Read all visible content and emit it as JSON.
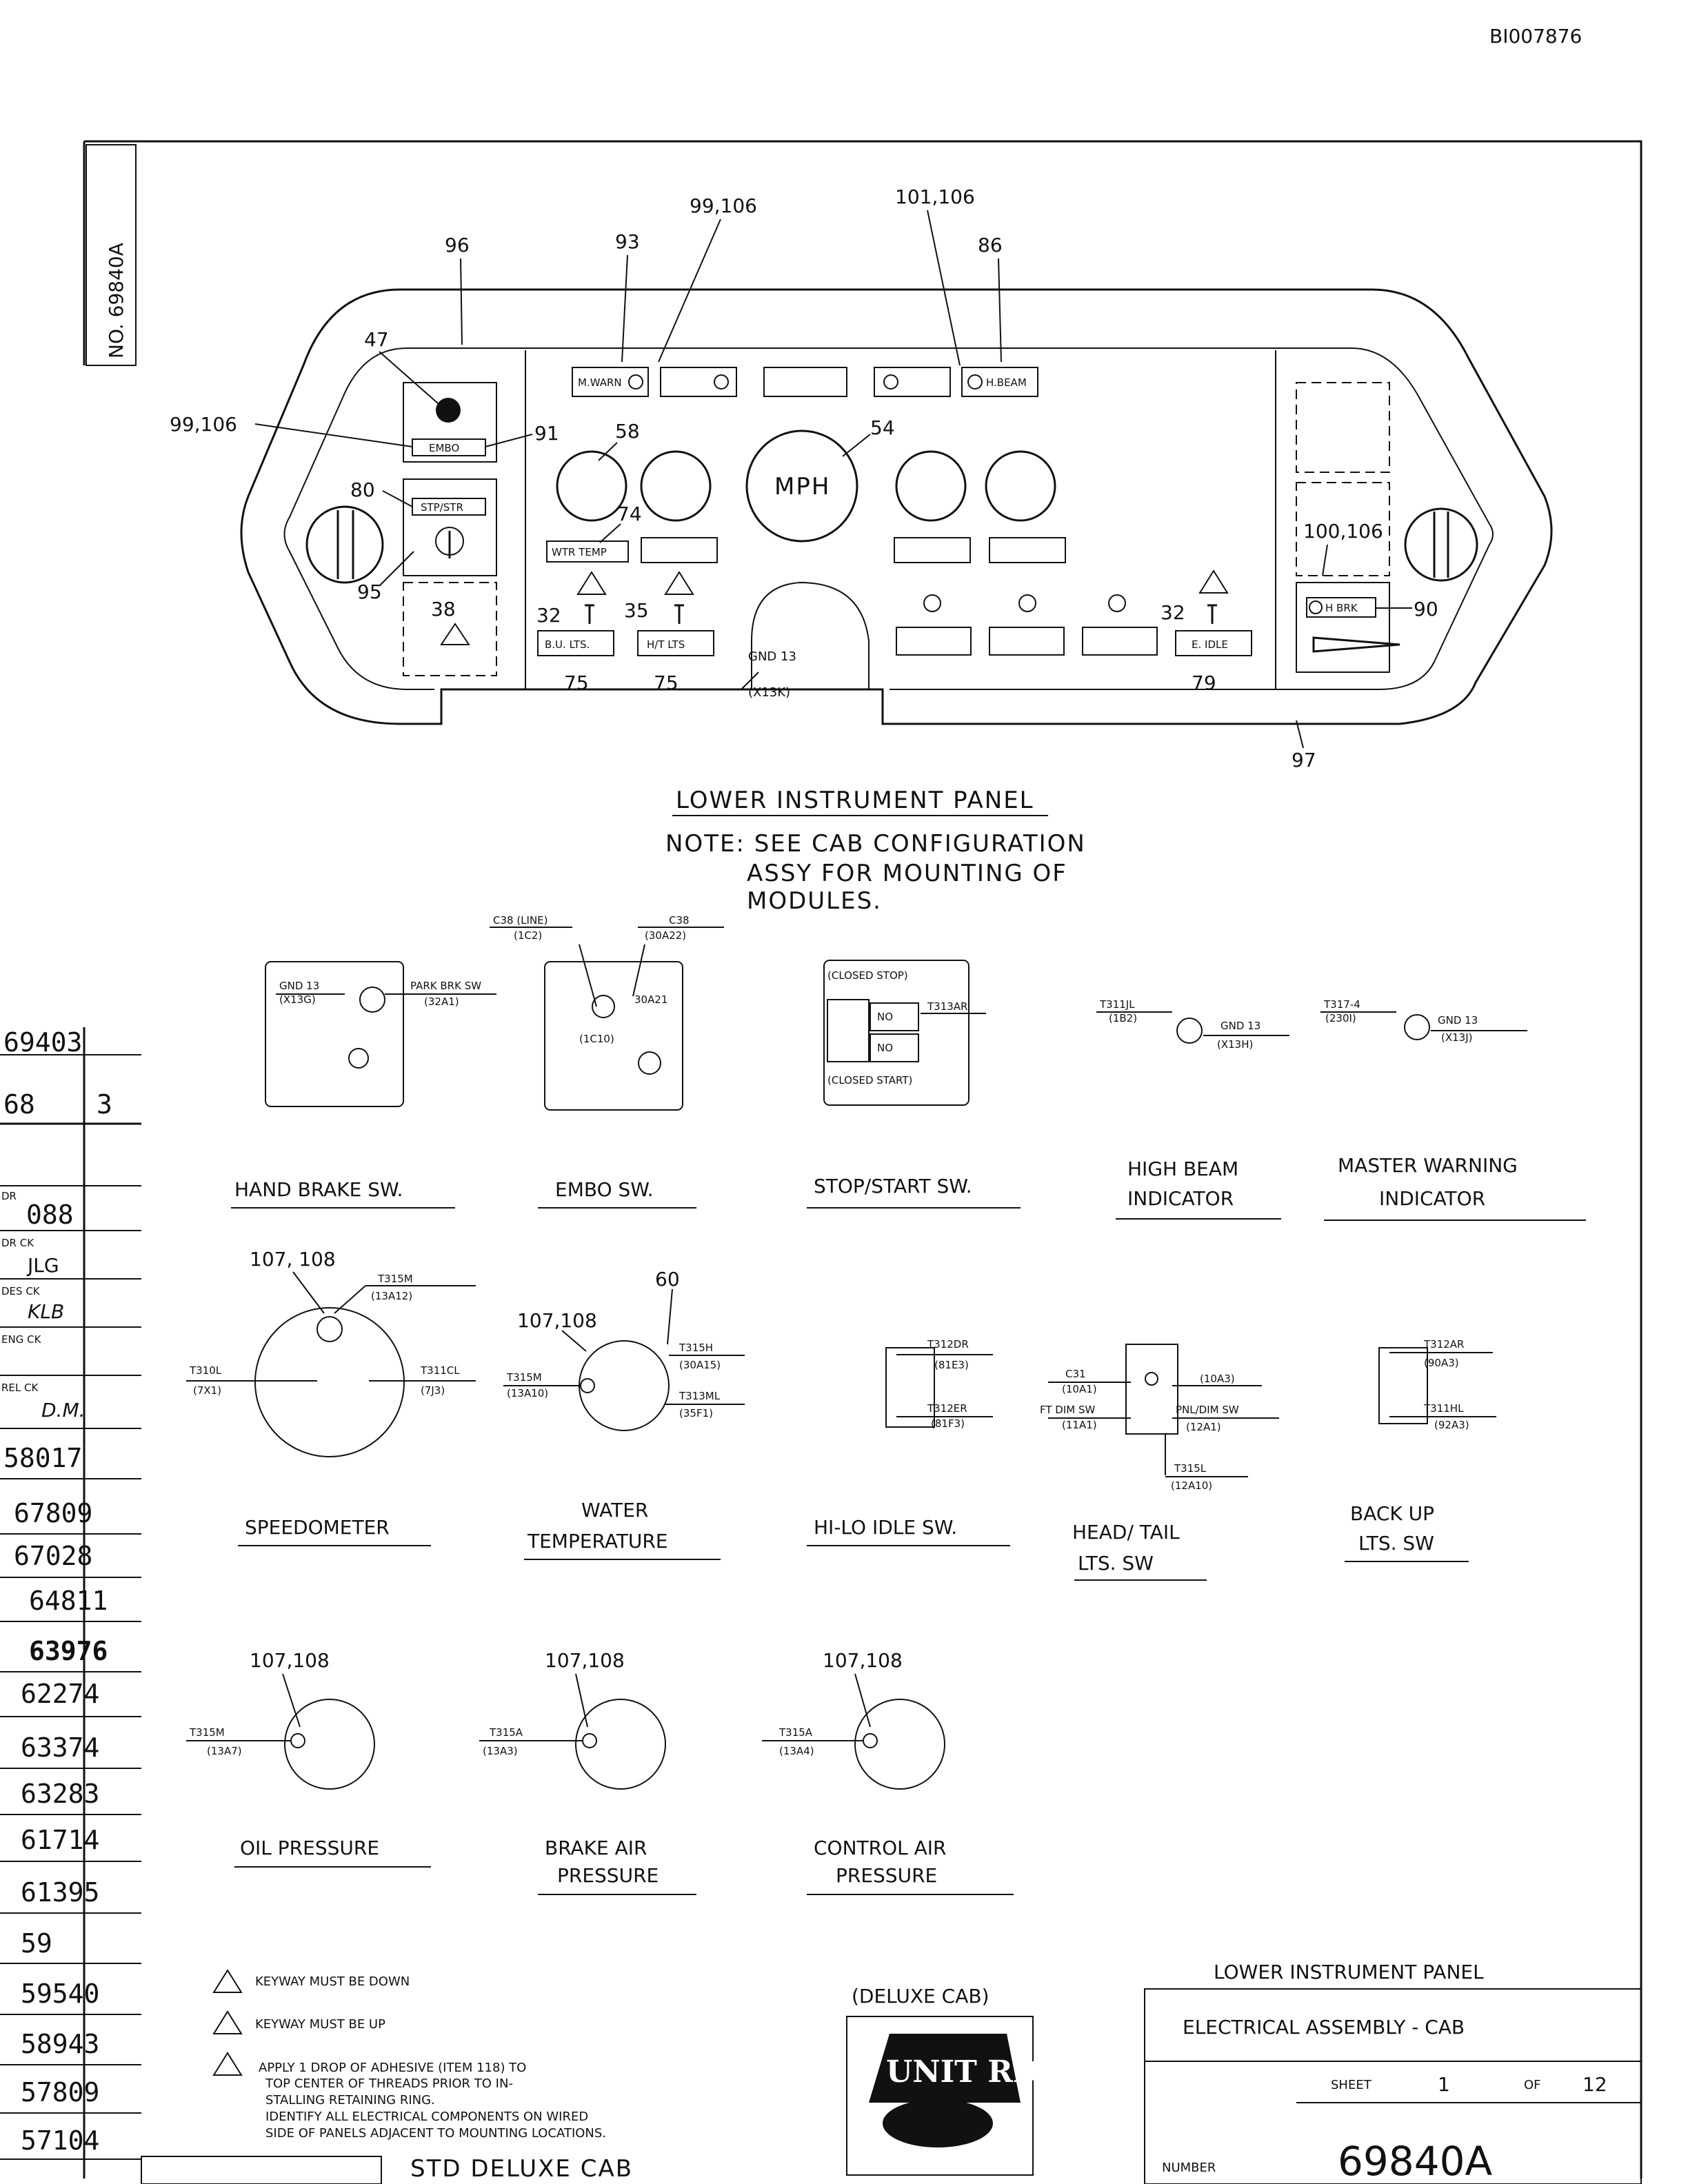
{
  "doc_id": "BI007876",
  "side_number": "NO. 69840A",
  "panel": {
    "callouts": {
      "c96": "96",
      "c93": "93",
      "c99_106": "99,106",
      "c101_106": "101,106",
      "c86": "86",
      "c47": "47",
      "c99_106b": "99,106",
      "c91": "91",
      "c58": "58",
      "c54": "54",
      "c80": "80",
      "c74": "74",
      "c95": "95",
      "c38": "38",
      "c32a": "32",
      "c35": "35",
      "c75a": "75",
      "c75b": "75",
      "c32b": "32",
      "c79": "79",
      "c100_106": "100,106",
      "c90": "90",
      "c97": "97"
    },
    "switch_labels": {
      "mwarn": "M.WARN",
      "hbeam": "H.BEAM",
      "embo": "EMBO",
      "stpstr": "STP/STR",
      "wtrtemp": "WTR TEMP",
      "bults": "B.U. LTS.",
      "htlts": "H/T LTS",
      "eidle": "E. IDLE",
      "hbrk": "H BRK"
    },
    "mph": "MPH",
    "gnd_label": "GND 13",
    "gnd_ref": "(X13K)",
    "title": "LOWER INSTRUMENT PANEL",
    "note_lines": [
      "NOTE: SEE CAB CONFIGURATION",
      "ASSY FOR MOUNTING OF",
      "MODULES."
    ]
  },
  "schematics": {
    "hand_brake": {
      "label": "HAND BRAKE SW.",
      "w1": "GND 13",
      "w1b": "(X13G)",
      "w2": "PARK BRK SW",
      "w2b": "(32A1)"
    },
    "embo": {
      "label": "EMBO SW.",
      "w1": "C38 (LINE)",
      "w1b": "(1C2)",
      "w2": "C38",
      "w2b": "(30A22)",
      "w3": "30A21",
      "w4": "(1C10)"
    },
    "stop_start": {
      "label": "STOP/START SW.",
      "top": "(CLOSED STOP)",
      "bottom": "(CLOSED START)",
      "w1": "T313AR",
      "w2": "NO",
      "w3": "NO"
    },
    "high_beam": {
      "label1": "HIGH BEAM",
      "label2": "INDICATOR",
      "w1": "T311JL",
      "w1b": "(1B2)",
      "w2": "GND 13",
      "w2b": "(X13H)"
    },
    "master_warning": {
      "label1": "MASTER WARNING",
      "label2": "INDICATOR",
      "w1": "T317-4",
      "w1b": "(230I)",
      "w2": "GND 13",
      "w2b": "(X13J)"
    },
    "speedometer": {
      "label": "SPEEDOMETER",
      "ref": "107, 108",
      "w1": "T315M",
      "w1b": "(13A12)",
      "w2": "T310L",
      "w2b": "(7X1)",
      "w3": "T311CL",
      "w3b": "(7J3)"
    },
    "water_temp": {
      "label1": "WATER",
      "label2": "TEMPERATURE",
      "ref": "107,108",
      "ref2": "60",
      "w1": "T315M",
      "w1b": "(13A10)",
      "w2": "T315H",
      "w2b": "(30A15)",
      "w3": "T313ML",
      "w3b": "(35F1)"
    },
    "hi_lo_idle": {
      "label": "HI-LO IDLE SW.",
      "w1": "T312DR",
      "w1b": "(81E3)",
      "w2": "T312ER",
      "w2b": "(81F3)"
    },
    "head_tail": {
      "label1": "HEAD/ TAIL",
      "label2": "LTS. SW",
      "w1": "C31",
      "w1b": "(10A1)",
      "w2": "FT DIM SW",
      "w2b": "(11A1)",
      "w3": "(10A3)",
      "w4": "PNL/DIM SW",
      "w4b": "(12A1)",
      "w5": "T315L",
      "w5b": "(12A10)"
    },
    "back_up": {
      "label1": "BACK UP",
      "label2": "LTS. SW",
      "w1": "T312AR",
      "w1b": "(90A3)",
      "w2": "T311HL",
      "w2b": "(92A3)"
    },
    "oil": {
      "label": "OIL PRESSURE",
      "ref": "107,108",
      "w1": "T315M",
      "w1b": "(13A7)"
    },
    "brake_air": {
      "label1": "BRAKE AIR",
      "label2": "PRESSURE",
      "ref": "107,108",
      "w1": "T315A",
      "w1b": "(13A3)"
    },
    "control_air": {
      "label1": "CONTROL AIR",
      "label2": "PRESSURE",
      "ref": "107,108",
      "w1": "T315A",
      "w1b": "(13A4)"
    }
  },
  "notes": {
    "n1": "KEYWAY MUST BE DOWN",
    "n2": "KEYWAY MUST BE UP",
    "n3_lines": [
      "APPLY 1 DROP OF ADHESIVE (ITEM 118) TO",
      "TOP CENTER OF THREADS PRIOR TO IN-",
      "STALLING RETAINING RING.",
      "IDENTIFY ALL ELECTRICAL COMPONENTS ON WIRED",
      "SIDE OF PANELS ADJACENT TO MOUNTING LOCATIONS."
    ],
    "deluxe_cab": "(DELUXE CAB)",
    "std_deluxe": "STD DELUXE CAB",
    "logo_text": "UNIT RIG"
  },
  "title_block": {
    "title": "LOWER INSTRUMENT PANEL",
    "subtitle": "ELECTRICAL ASSEMBLY - CAB",
    "sheet_label": "SHEET",
    "sheet_no": "1",
    "of_label": "OF",
    "sheet_total": "12",
    "number_label": "NUMBER",
    "number": "69840A"
  },
  "left_column": {
    "rows": [
      "69403",
      "68",
      "3",
      "DR",
      "088",
      "DR CK",
      "JLG",
      "DES CK",
      "KLB",
      "ENG CK",
      "REL CK",
      "D.M.",
      "58017",
      "67809",
      "67028",
      "64811",
      "63976",
      "62274",
      "63374",
      "63283",
      "61714",
      "61395",
      "59",
      "59540",
      "58943",
      "57809",
      "57104"
    ]
  }
}
